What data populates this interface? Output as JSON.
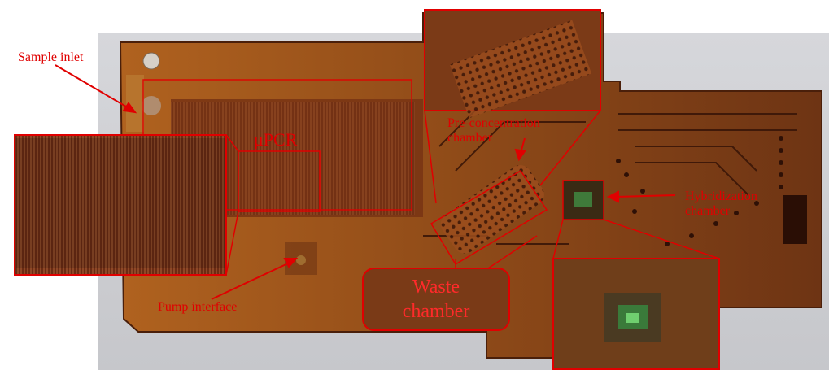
{
  "labels": {
    "sample_inlet": "Sample inlet",
    "upcr": "μPCR",
    "preconcentration_line1": "Pre-concentration",
    "preconcentration_line2": "chamber",
    "hybridization_line1": "Hybridization",
    "hybridization_line2": "chamber",
    "pump_interface": "Pump interface",
    "waste_line1": "Waste",
    "waste_line2": "chamber"
  },
  "colors": {
    "annotation": "#e00000",
    "chip_body": "#9c5216",
    "chip_dark": "#5a2610",
    "background": "#ffffff"
  }
}
